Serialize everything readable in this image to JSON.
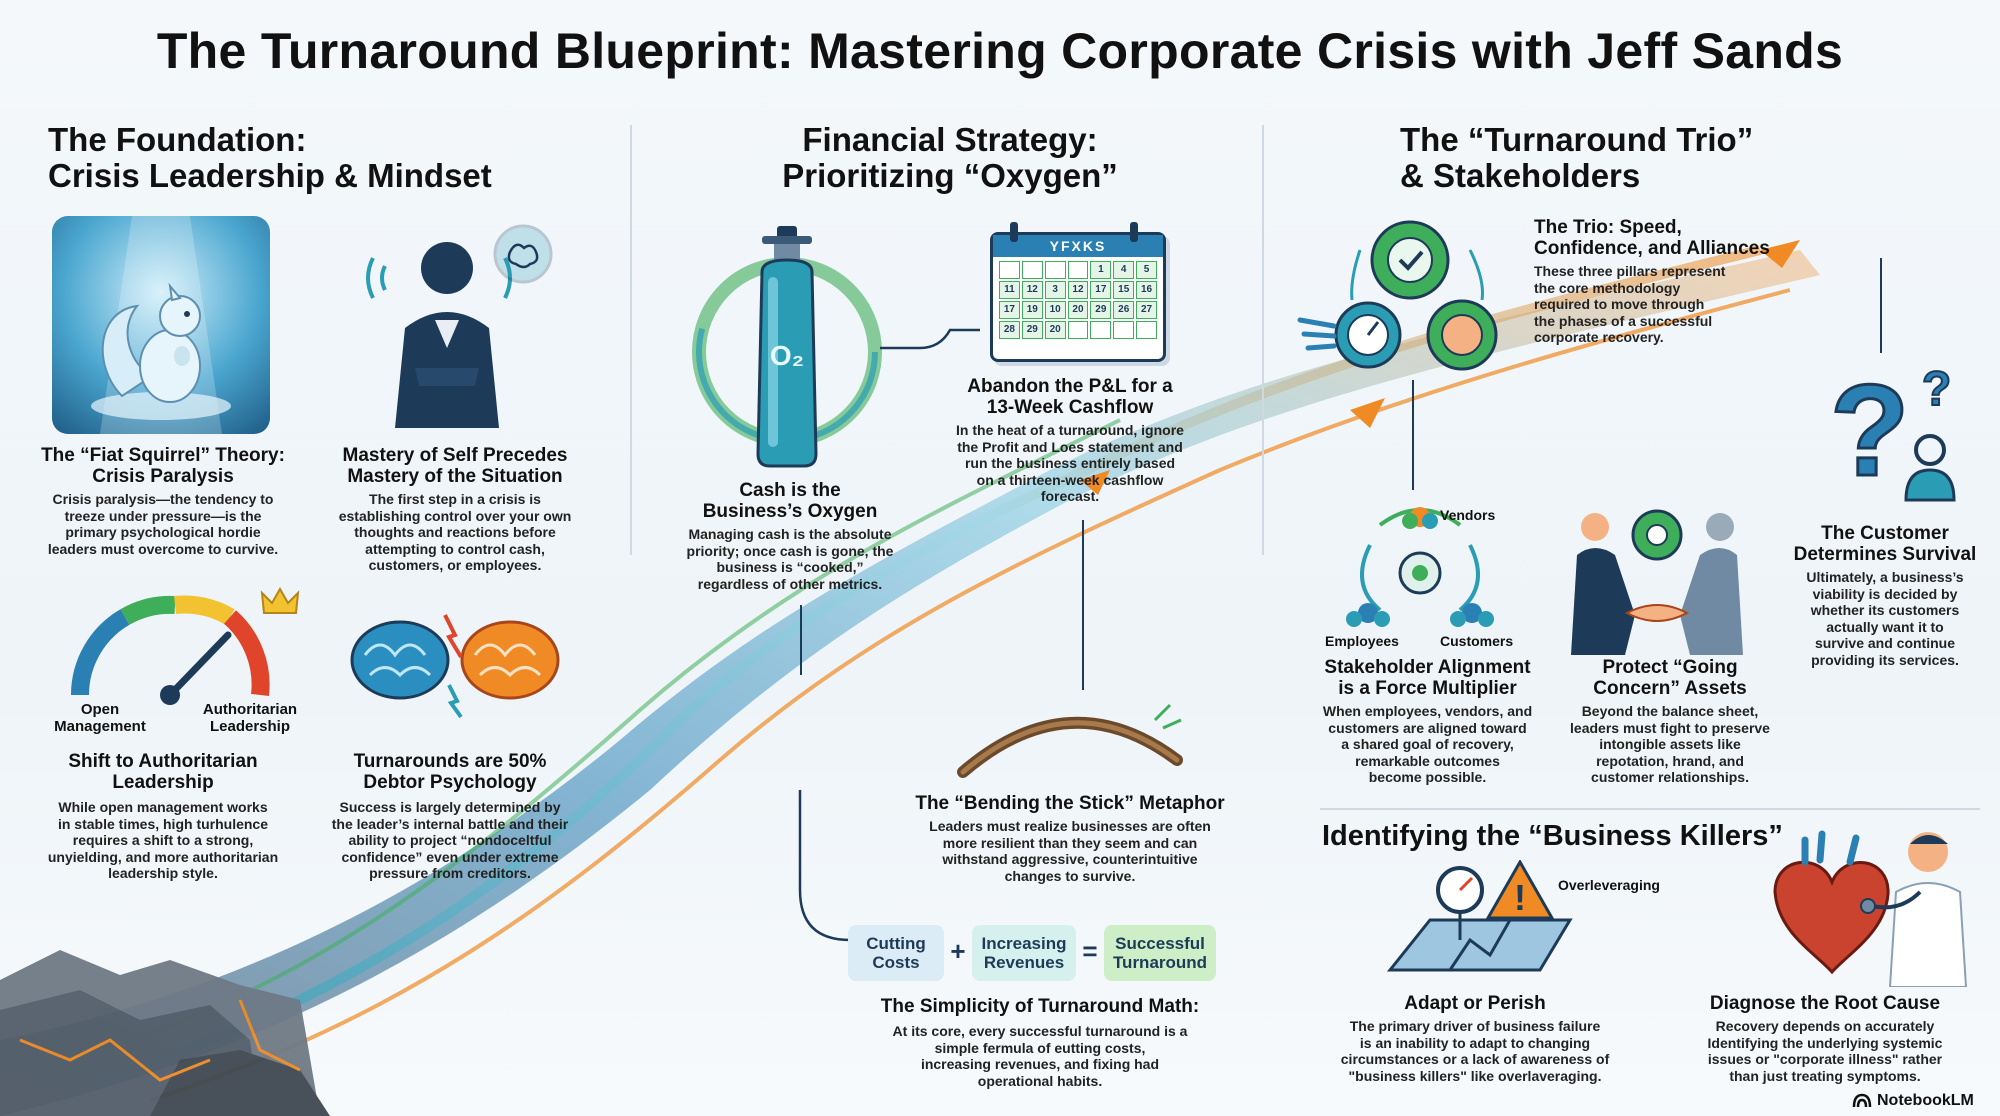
{
  "title": "The Turnaround Blueprint: Mastering Corporate Crisis with Jeff Sands",
  "sections": {
    "foundation": {
      "title_line1": "The Foundation:",
      "title_line2": "Crisis Leadership & Mindset",
      "items": [
        {
          "title_line1": "The “Fiat Squirrel” Theory:",
          "title_line2": "Crisis Paralysis",
          "body": [
            "Crisis paralysis—the tendency to",
            "treeze under pressure—is the",
            "primary psychological hordie",
            "leaders must overcome to curvive."
          ]
        },
        {
          "title_line1": "Mastery of Self Precedes",
          "title_line2": "Mastery of the Situation",
          "body": [
            "The first step in a crisis is",
            "establishing control over your own",
            "thoughts and reactions before",
            "attempting to control cash,",
            "customers, or employees."
          ]
        },
        {
          "title_line1": "Shift to Authoritarian",
          "title_line2": "Leadership",
          "body": [
            "While open management works",
            "in stable times, high turhulence",
            "requires a shift to a strong,",
            "unyielding, and more authoritarian",
            "leadership style."
          ]
        },
        {
          "title_line1": "Turnarounds are 50%",
          "title_line2": "Debtor Psychology",
          "body": [
            "Success is largely determined by",
            "the leader’s internal battle and their",
            "ability to project “nondoceltful",
            "confidence” even under extreme",
            "pressure from creditors."
          ]
        }
      ],
      "gauge_left_line1": "Open",
      "gauge_left_line2": "Management",
      "gauge_right_line1": "Authoritarian",
      "gauge_right_line2": "Leadership"
    },
    "financial": {
      "title_line1": "Financial Strategy:",
      "title_line2": "Prioritizing “Oxygen”",
      "oxygen_label": "O₂",
      "calendar_header": "YFXKS",
      "calendar_rows": [
        [
          "",
          "",
          "",
          "",
          "1",
          "4",
          "5"
        ],
        [
          "11",
          "12",
          "3",
          "12",
          "17",
          "15",
          "16"
        ],
        [
          "17",
          "19",
          "10",
          "20",
          "29",
          "26",
          "27"
        ],
        [
          "28",
          "29",
          "20",
          "",
          "",
          "",
          ""
        ]
      ],
      "items": [
        {
          "title_line1": "Cash is the",
          "title_line2": "Business’s Oxygen",
          "body": [
            "Managing cash is the absolute",
            "priority; once cash is gone, the",
            "business is “cooked,”",
            "regardless of other metrics."
          ]
        },
        {
          "title_line1": "Abandon the P&L for a",
          "title_line2": "13-Week Cashflow",
          "body": [
            "In the heat of a turnaround, ignore",
            "the Profit and Loes statement and",
            "run the business entirely based",
            "on a thirteen-week cashflow",
            "forecast."
          ]
        },
        {
          "title_line1": "The “Bending the Stick” Metaphor",
          "title_line2": "",
          "body": [
            "Leaders must realize businesses are often",
            "more resilient than they seem and can",
            "withstand aggressive, counterintuitive",
            "changes to survive."
          ]
        },
        {
          "title_line1": "The Simplicity of Turnaround Math:",
          "title_line2": "",
          "body": [
            "At its core, every successful turnaround is a",
            "simple fermula of eutting costs,",
            "increasing revenues, and fixing had",
            "operational habits."
          ]
        }
      ],
      "equation": {
        "a_line1": "Cutting",
        "a_line2": "Costs",
        "plus": "+",
        "b_line1": "Increasing",
        "b_line2": "Revenues",
        "equals": "=",
        "c_line1": "Successful",
        "c_line2": "Turnaround"
      }
    },
    "trio": {
      "title_line1": "The “Turnaround Trio”",
      "title_line2": "& Stakeholders",
      "items": [
        {
          "title_line1": "The Trio: Speed,",
          "title_line2": "Confidence, and Alliances",
          "body": [
            "These three pillars represent",
            "the core methodology",
            "required to move through",
            "the phases of a successful",
            "corporate recovery."
          ]
        },
        {
          "title_line1": "Stakeholder Alignment",
          "title_line2": "is a Force Multiplier",
          "body": [
            "When employees, vendors, and",
            "customers are aligned toward",
            "a shared goal of recovery,",
            "remarkable outcomes",
            "become possible."
          ]
        },
        {
          "title_line1": "Protect “Going",
          "title_line2": "Concern” Assets",
          "body": [
            "Beyond the balance sheet,",
            "leaders must fight to preserve",
            "intongible assets like",
            "repotation, hrand, and",
            "customer relationships."
          ]
        },
        {
          "title_line1": "The Customer",
          "title_line2": "Determines Survival",
          "body": [
            "Ultimately, a business’s",
            "viability is decided by",
            "whether its customers",
            "actually want it to",
            "survive and continue",
            "providing its services."
          ]
        }
      ],
      "stakeholder_labels": {
        "vendors": "Vendors",
        "employees": "Employees",
        "customers": "Customers"
      }
    },
    "killers": {
      "title": "Identifying the “Business Killers”",
      "overleveraging": "Overleveraging",
      "items": [
        {
          "title_line1": "Adapt or Perish",
          "title_line2": "",
          "body": [
            "The primary driver of business failure",
            "is an inability to adapt to changing",
            "circumstances or a lack of awareness of",
            "\"business killers\" like overlaveraging."
          ]
        },
        {
          "title_line1": "Diagnose the Root Cause",
          "title_line2": "",
          "body": [
            "Recovery depends on accurately",
            "Identifying the underlying systemic",
            "issues or \"corporate illness\" rather",
            "than just treating symptoms."
          ]
        }
      ]
    }
  },
  "branding": {
    "name": "NotebookLM"
  },
  "colors": {
    "teal": "#2a9db5",
    "navy": "#1d3b58",
    "green": "#3fae5a",
    "orange": "#f08a24",
    "cream": "#f4f8fb"
  }
}
